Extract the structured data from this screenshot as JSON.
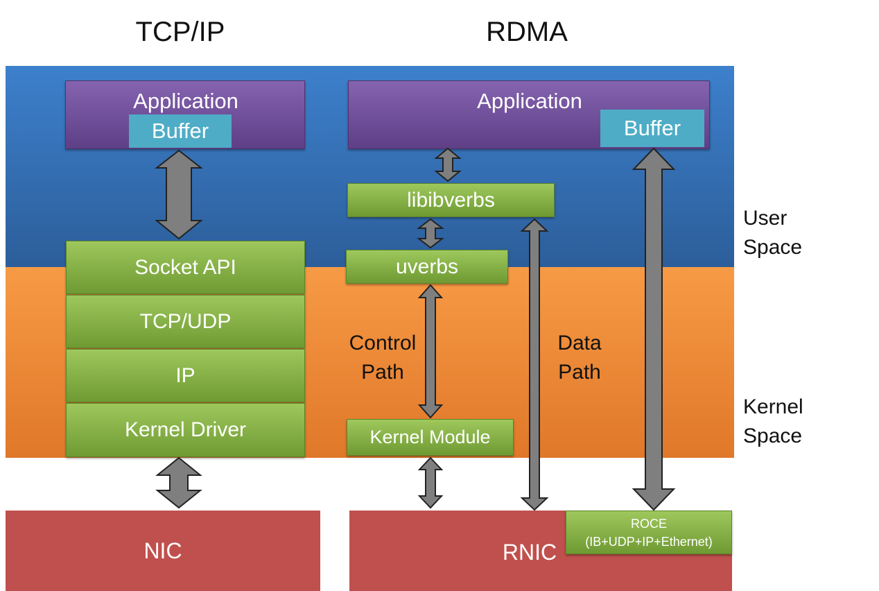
{
  "titles": {
    "left": "TCP/IP",
    "right": "RDMA"
  },
  "bands": {
    "user": "User\nSpace",
    "kernel": "Kernel\nSpace"
  },
  "tcpip": {
    "application": "Application",
    "buffer": "Buffer",
    "stack": [
      "Socket API",
      "TCP/UDP",
      "IP",
      "Kernel Driver"
    ],
    "nic": "NIC"
  },
  "rdma": {
    "application": "Application",
    "buffer": "Buffer",
    "libibverbs": "libibverbs",
    "uverbs": "uverbs",
    "control_path": "Control\nPath",
    "data_path": "Data\nPath",
    "kernel_module": "Kernel Module",
    "rnic": "RNIC",
    "roce_title": "ROCE",
    "roce_detail": "(IB+UDP+IP+Ethernet)"
  },
  "colors": {
    "user_space": "#3d80cc",
    "kernel_space": "#f79a45",
    "application": "#7a58a8",
    "buffer": "#4eacc6",
    "layer": "#8bb84a",
    "nic": "#c0504d",
    "arrow": "#7f7f7f"
  }
}
